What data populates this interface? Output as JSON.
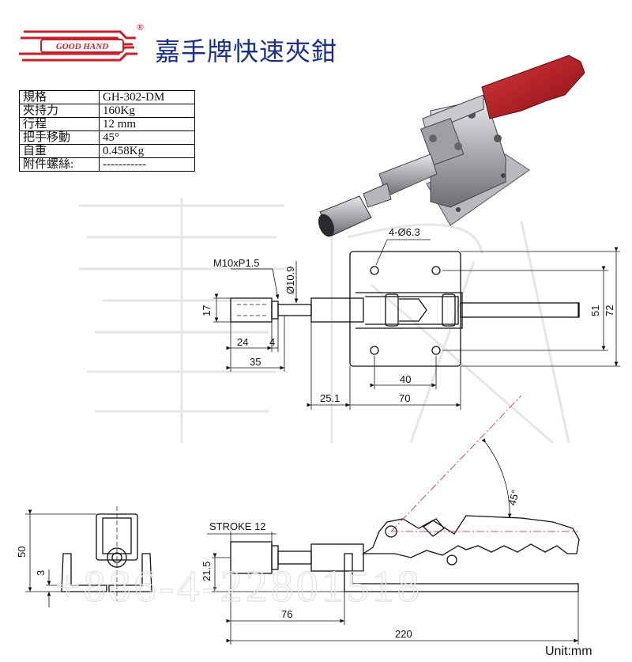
{
  "brand": {
    "name": "GOOD HAND",
    "registered": "®"
  },
  "title": "嘉手牌快速夾鉗",
  "specs": [
    {
      "label": "規格",
      "value": "GH-302-DM"
    },
    {
      "label": "夾持力",
      "value": "160Kg"
    },
    {
      "label": "行程",
      "value": "12 mm"
    },
    {
      "label": "把手移動",
      "value": "45°"
    },
    {
      "label": "自重",
      "value": "0.458Kg"
    },
    {
      "label": "附件螺絲:",
      "value": "-----------"
    }
  ],
  "top_view": {
    "hole_callout": "4-Ø6.3",
    "thread": "M10xP1.5",
    "dia": "Ø10.9",
    "dim_17": "17",
    "dim_24": "24",
    "dim_4": "4",
    "dim_35": "35",
    "dim_40": "40",
    "dim_25_1": "25.1",
    "dim_70": "70",
    "dim_51": "51",
    "dim_72": "72"
  },
  "side_view": {
    "dim_50": "50",
    "dim_3": "3",
    "stroke": "STROKE 12",
    "dim_21_5": "21.5",
    "dim_76": "76",
    "dim_220": "220",
    "angle": "45°"
  },
  "watermark": "+886-4-22801518",
  "unit": "Unit:mm",
  "colors": {
    "brand_red": "#c8202a",
    "title_blue": "#1a2f8a",
    "handle_red": "#b01c22",
    "centerline": "#d42020"
  }
}
